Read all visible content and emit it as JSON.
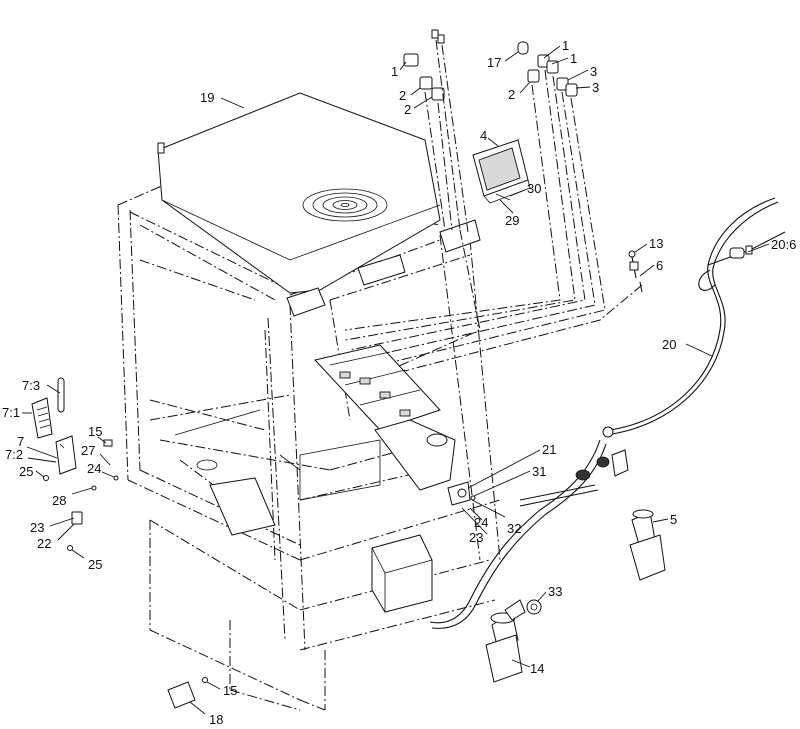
{
  "diagram": {
    "callouts": [
      {
        "id": "c1a",
        "label": "1"
      },
      {
        "id": "c1b",
        "label": "1"
      },
      {
        "id": "c1c",
        "label": "1"
      },
      {
        "id": "c2a",
        "label": "2"
      },
      {
        "id": "c2b",
        "label": "2"
      },
      {
        "id": "c2c",
        "label": "2"
      },
      {
        "id": "c3a",
        "label": "3"
      },
      {
        "id": "c3b",
        "label": "3"
      },
      {
        "id": "c4",
        "label": "4"
      },
      {
        "id": "c5",
        "label": "5"
      },
      {
        "id": "c6",
        "label": "6"
      },
      {
        "id": "c7",
        "label": "7"
      },
      {
        "id": "c7_1",
        "label": "7:1"
      },
      {
        "id": "c7_2",
        "label": "7:2"
      },
      {
        "id": "c7_3",
        "label": "7:3"
      },
      {
        "id": "c13",
        "label": "13"
      },
      {
        "id": "c14",
        "label": "14"
      },
      {
        "id": "c15a",
        "label": "15"
      },
      {
        "id": "c15b",
        "label": "15"
      },
      {
        "id": "c17",
        "label": "17"
      },
      {
        "id": "c18",
        "label": "18"
      },
      {
        "id": "c19",
        "label": "19"
      },
      {
        "id": "c20",
        "label": "20"
      },
      {
        "id": "c20_6",
        "label": "20:6"
      },
      {
        "id": "c21",
        "label": "21"
      },
      {
        "id": "c22",
        "label": "22"
      },
      {
        "id": "c23a",
        "label": "23"
      },
      {
        "id": "c23b",
        "label": "23"
      },
      {
        "id": "c24a",
        "label": "24"
      },
      {
        "id": "c24b",
        "label": "24"
      },
      {
        "id": "c25a",
        "label": "25"
      },
      {
        "id": "c25b",
        "label": "25"
      },
      {
        "id": "c27",
        "label": "27"
      },
      {
        "id": "c28",
        "label": "28"
      },
      {
        "id": "c29",
        "label": "29"
      },
      {
        "id": "c30",
        "label": "30"
      },
      {
        "id": "c31",
        "label": "31"
      },
      {
        "id": "c32",
        "label": "32"
      },
      {
        "id": "c33",
        "label": "33"
      }
    ]
  }
}
